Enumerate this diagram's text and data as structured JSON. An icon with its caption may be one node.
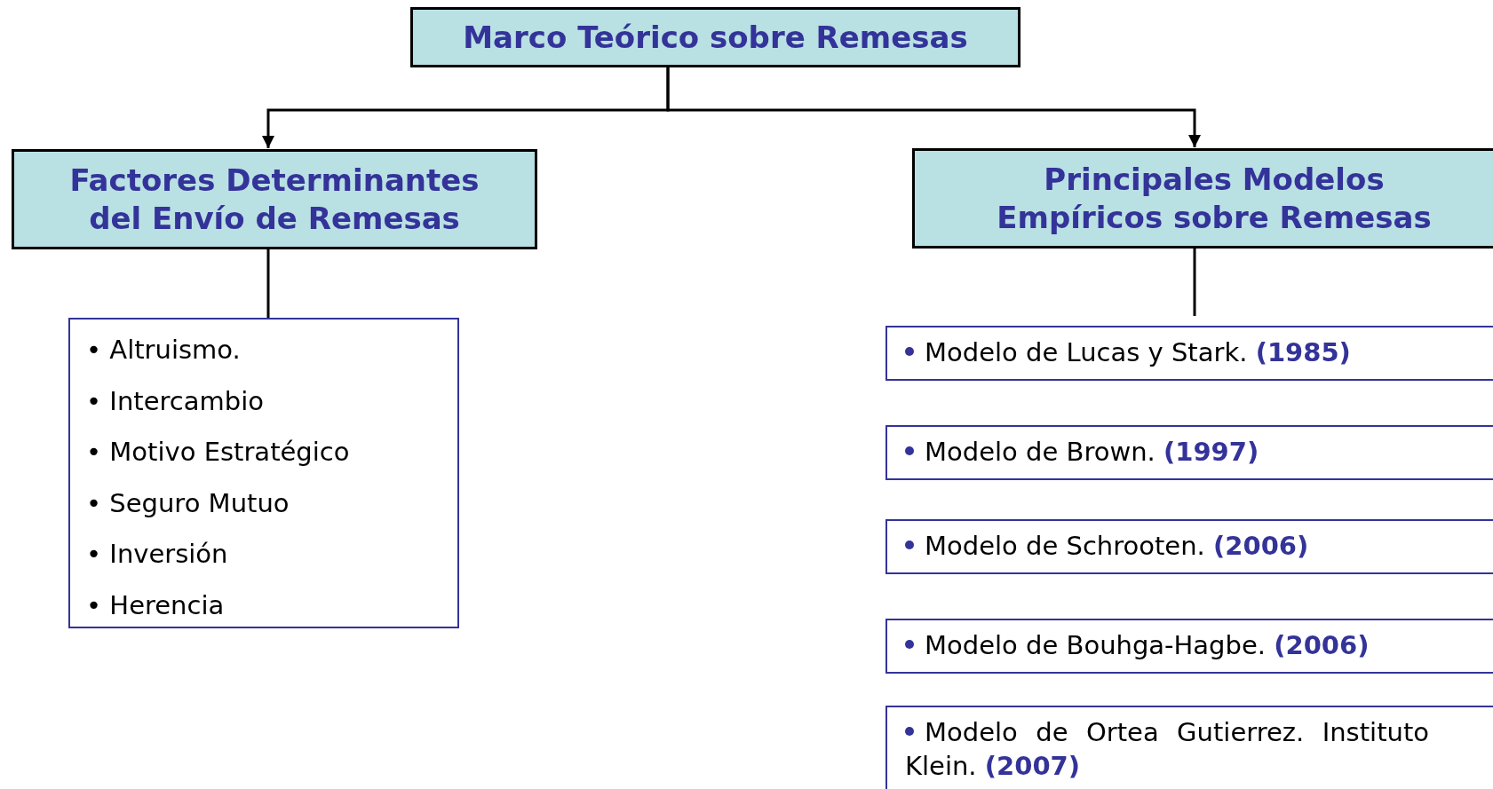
{
  "diagram": {
    "nodes": [
      {
        "text": [
          "Marco Teórico sobre Remesas"
        ]
      },
      {
        "text": [
          "Factores Determinantes del Envío de Remesas"
        ]
      },
      {
        "text": [
          "Principales Modelos Empíricos sobre Remesas"
        ]
      },
      {
        "text": [
          "• Altruismo.",
          "• Intercambio",
          "• Motivo Estratégico",
          "• Seguro Mutuo",
          "• Inversión",
          "• Herencia"
        ]
      },
      {
        "text": [
          "Modelo de Lucas y Stark. **(1985)**"
        ]
      },
      {
        "text": [
          "Modelo de Brown. **(1997)**"
        ]
      },
      {
        "text": [
          "Modelo de Schrooten. **(2006)**"
        ]
      },
      {
        "text": [
          "Modelo de Bouhga-Hagbe. **(2006)**"
        ]
      },
      {
        "text": [
          "Modelo de Ortea Gutierrez. Instituto Klein. **(2007)**"
        ]
      }
    ],
    "edges": [
      {
        "from": 0,
        "to": 1,
        "arrow": "to"
      },
      {
        "from": 0,
        "to": 2,
        "arrow": "to"
      },
      {
        "from": 1,
        "to": 3,
        "arrow": "none"
      },
      {
        "from": 2,
        "to": 4,
        "arrow": "none"
      }
    ]
  }
}
